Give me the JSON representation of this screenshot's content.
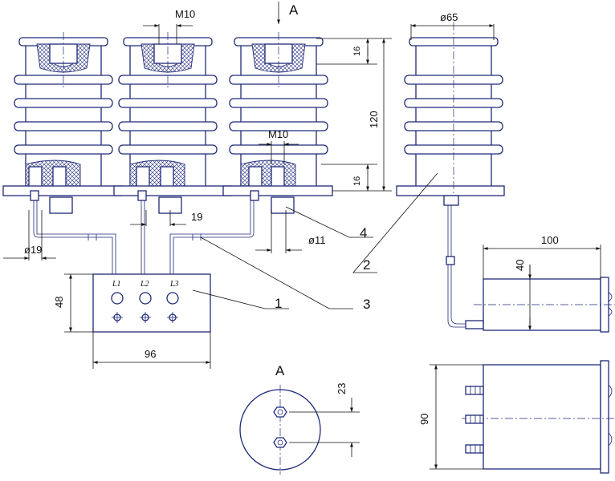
{
  "dimensions": {
    "m10_top": "M10",
    "m10_mid": "M10",
    "dia65": "ø65",
    "d16_top": "16",
    "d120": "120",
    "d16_bottom": "16",
    "d19": "19",
    "dia11": "ø11",
    "dia19": "ø19",
    "d48": "48",
    "d96": "96",
    "d100": "100",
    "d40": "40",
    "d23": "23",
    "d90": "90"
  },
  "view_labels": {
    "section_top": "A",
    "view_a": "A"
  },
  "terminals": [
    "L1",
    "L2",
    "L3"
  ],
  "callouts": [
    "1",
    "2",
    "3",
    "4"
  ],
  "colors": {
    "line": "#1f2a78",
    "dimension": "#111111",
    "background": "#ffffff"
  }
}
